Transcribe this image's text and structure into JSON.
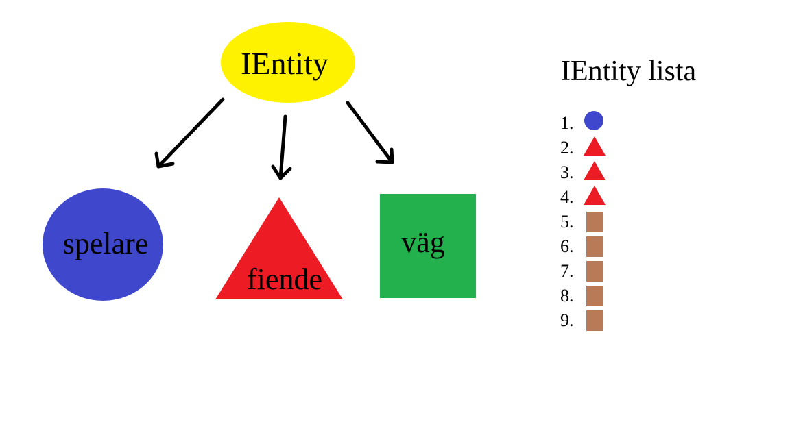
{
  "diagram": {
    "root": {
      "label": "IEntity",
      "shape": "ellipse",
      "color": "#fff200"
    },
    "children": [
      {
        "label": "spelare",
        "shape": "circle",
        "color": "#3f48cc"
      },
      {
        "label": "fiende",
        "shape": "triangle",
        "color": "#ed1c24"
      },
      {
        "label": "väg",
        "shape": "square",
        "color": "#22b14c"
      }
    ],
    "edges": [
      {
        "from": "IEntity",
        "to": "spelare"
      },
      {
        "from": "IEntity",
        "to": "fiende"
      },
      {
        "from": "IEntity",
        "to": "väg"
      }
    ],
    "arrow_color": "#000000"
  },
  "list": {
    "title": "IEntity lista",
    "items": [
      {
        "number": "1.",
        "shape": "circle",
        "color": "#3f48cc"
      },
      {
        "number": "2.",
        "shape": "triangle",
        "color": "#ed1c24"
      },
      {
        "number": "3.",
        "shape": "triangle",
        "color": "#ed1c24"
      },
      {
        "number": "4.",
        "shape": "triangle",
        "color": "#ed1c24"
      },
      {
        "number": "5.",
        "shape": "square",
        "color": "#b97a57"
      },
      {
        "number": "6.",
        "shape": "square",
        "color": "#b97a57"
      },
      {
        "number": "7.",
        "shape": "square",
        "color": "#b97a57"
      },
      {
        "number": "8.",
        "shape": "square",
        "color": "#b97a57"
      },
      {
        "number": "9.",
        "shape": "square",
        "color": "#b97a57"
      }
    ]
  }
}
